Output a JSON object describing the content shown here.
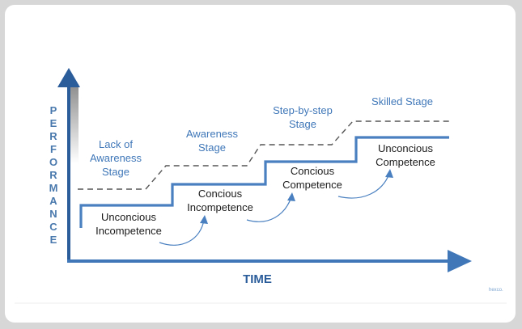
{
  "diagram": {
    "y_axis_label": "PERFORMANCE",
    "x_axis_label": "TIME",
    "credit": "hexco.",
    "stages": [
      "Lack of\nAwareness\nStage",
      "Awareness\nStage",
      "Step-by-step\nStage",
      "Skilled Stage"
    ],
    "levels": [
      "Unconcious\nIncompetence",
      "Concious\nIncompetence",
      "Concious\nCompetence",
      "Unconcious\nCompetence"
    ],
    "colors": {
      "axis": "#2b5d9b",
      "step_line": "#4a80c0",
      "dashed_line": "#555555",
      "stage_text": "#3f77b8",
      "level_text": "#1b1b1b"
    }
  }
}
